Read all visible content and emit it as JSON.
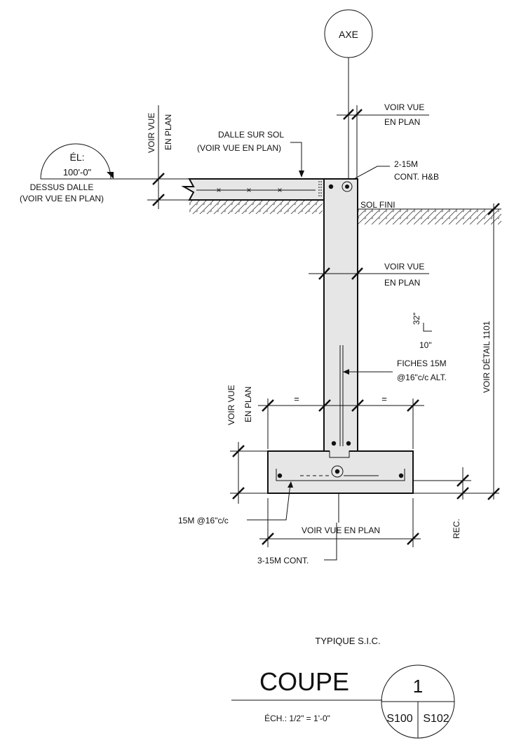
{
  "bubbles": {
    "axis": "AXE"
  },
  "labels": {
    "voir_vue_plan_slab_l1": "VOIR VUE",
    "voir_vue_plan_slab_l2": "EN PLAN",
    "voir_vue_plan_top_l1": "VOIR VUE",
    "voir_vue_plan_top_l2": "EN PLAN",
    "dalle_l1": "DALLE SUR SOL",
    "dalle_l2": "(VOIR VUE EN PLAN)",
    "elev_tag": "ÉL:",
    "elev_value": "100'-0\"",
    "dessus_l1": "DESSUS DALLE",
    "dessus_l2": "(VOIR VUE EN PLAN)",
    "bars_top_l1": "2-15M",
    "bars_top_l2": "CONT. H&B",
    "sol_fini": "SOL FINI",
    "voir_vue_plan_wall_l1": "VOIR VUE",
    "voir_vue_plan_wall_l2": "EN PLAN",
    "key_height": "32\"",
    "key_width": "10\"",
    "fiches_l1": "FICHES 15M",
    "fiches_l2": "@16\"c/c ALT.",
    "voir_detail": "VOIR DÉTAIL 1101",
    "voir_vue_plan_foot_l1": "VOIR VUE",
    "voir_vue_plan_foot_l2": "EN PLAN",
    "equal_left": "=",
    "equal_right": "=",
    "bars_transverse": "15M @16\"c/c",
    "footing_width": "VOIR VUE EN PLAN",
    "bars_long": "3-15M CONT.",
    "rec": "REC."
  },
  "title_block": {
    "note": "TYPIQUE S.I.C.",
    "title": "COUPE",
    "scale": "ÉCH.: 1/2\" = 1'-0\"",
    "detail_number": "1",
    "sheet_from": "S100",
    "sheet_to": "S102"
  },
  "colors": {
    "concrete": "#e6e6e6",
    "line": "#111111"
  }
}
